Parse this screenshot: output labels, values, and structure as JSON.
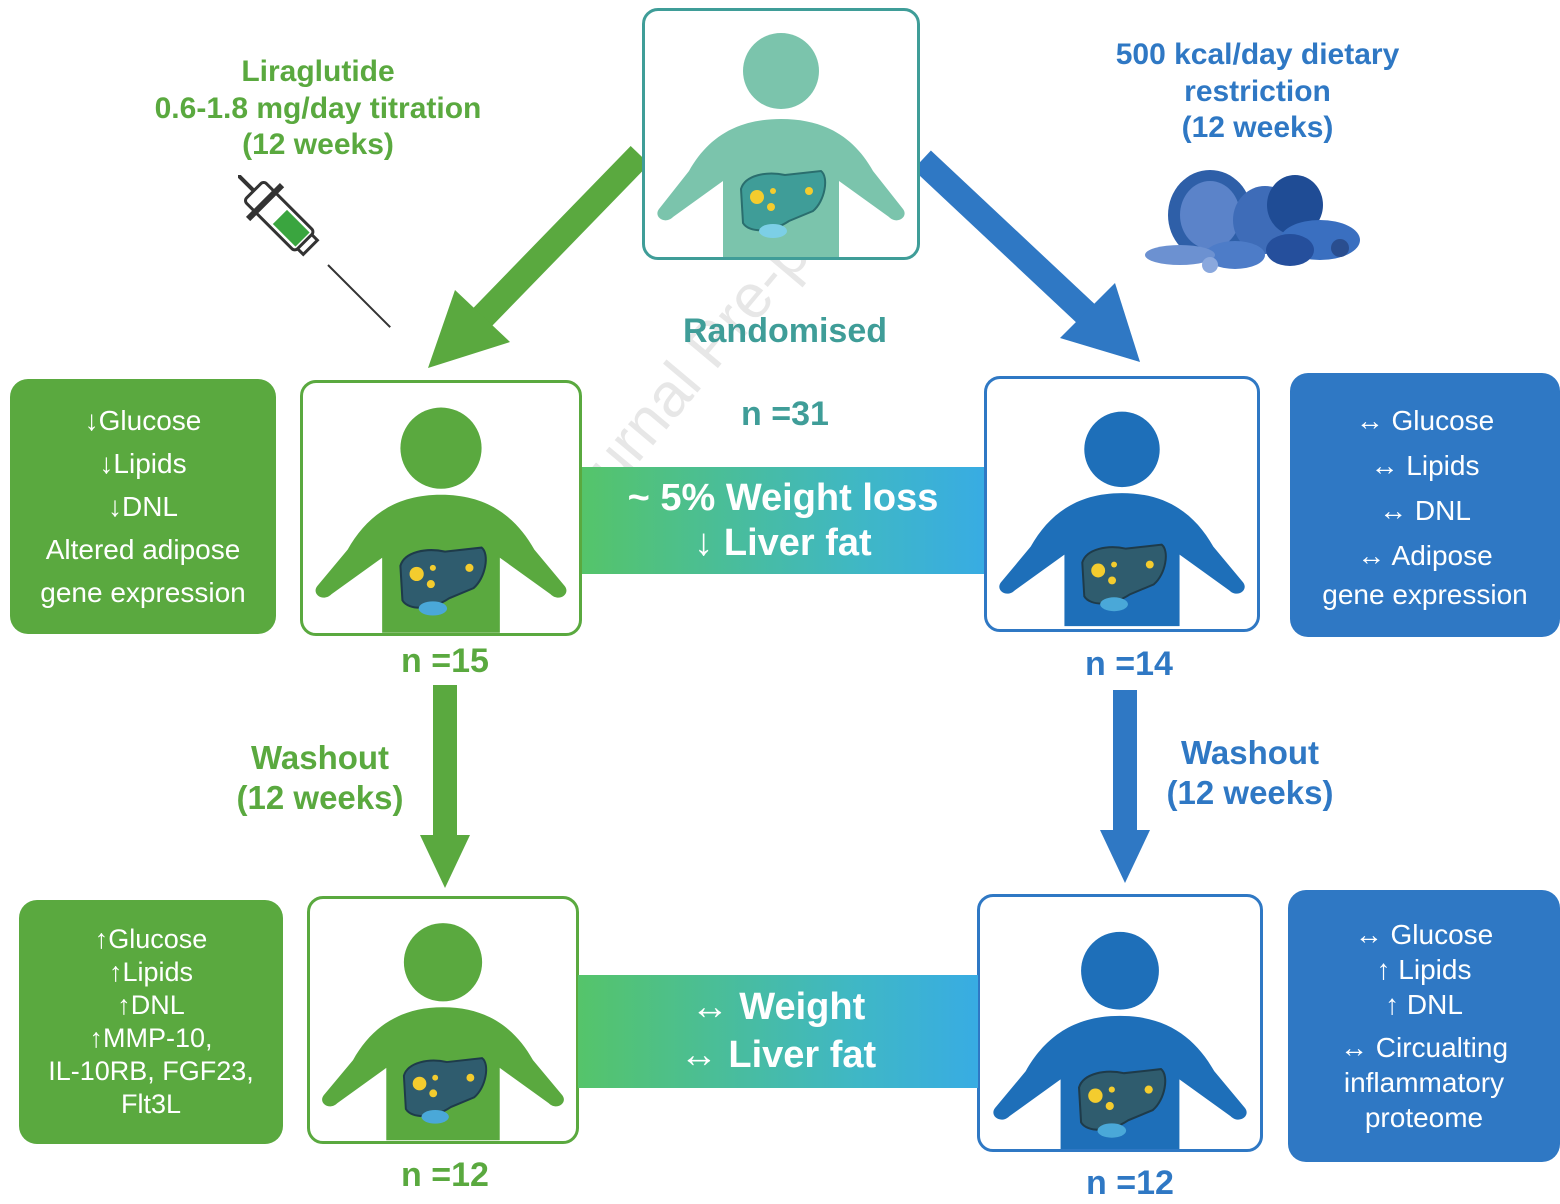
{
  "colors": {
    "green": "#5aa93f",
    "blue": "#2f78c4",
    "teal": "#7bc4ac",
    "teal_text": "#3f9d98"
  },
  "top_left_label": "Liraglutide\n0.6-1.8 mg/day titration\n(12 weeks)",
  "top_right_label": "500 kcal/day dietary\nrestriction\n(12 weeks)",
  "center": {
    "label": "Randomised",
    "n": "n =31"
  },
  "liraglutide": {
    "n_after": "n =15",
    "effects_after": [
      "↓Glucose",
      "↓Lipids",
      "↓DNL",
      "Altered adipose",
      "gene expression"
    ],
    "washout_label": "Washout\n(12 weeks)",
    "n_washout": "n =12",
    "effects_washout": [
      "↑Glucose",
      "↑Lipids",
      "↑DNL",
      "↑MMP-10,",
      "IL-10RB, FGF23,",
      "Flt3L"
    ]
  },
  "diet": {
    "n_after": "n =14",
    "effects_after": [
      "↔ Glucose",
      "↔ Lipids",
      "↔ DNL",
      "↔ Adipose",
      "gene expression"
    ],
    "washout_label": "Washout\n(12 weeks)",
    "n_washout": "n =12",
    "effects_washout": [
      "↔ Glucose",
      "↑ Lipids",
      "↑ DNL",
      "↔ Circualting",
      "inflammatory",
      "proteome"
    ]
  },
  "band_top": [
    "~ 5% Weight loss",
    "↓ Liver fat"
  ],
  "band_bottom": [
    "↔ Weight",
    "↔ Liver fat"
  ],
  "icons": {
    "injection": "syringe-icon",
    "diet": "vegetables-icon"
  },
  "watermark": "Journal Pre-proof"
}
